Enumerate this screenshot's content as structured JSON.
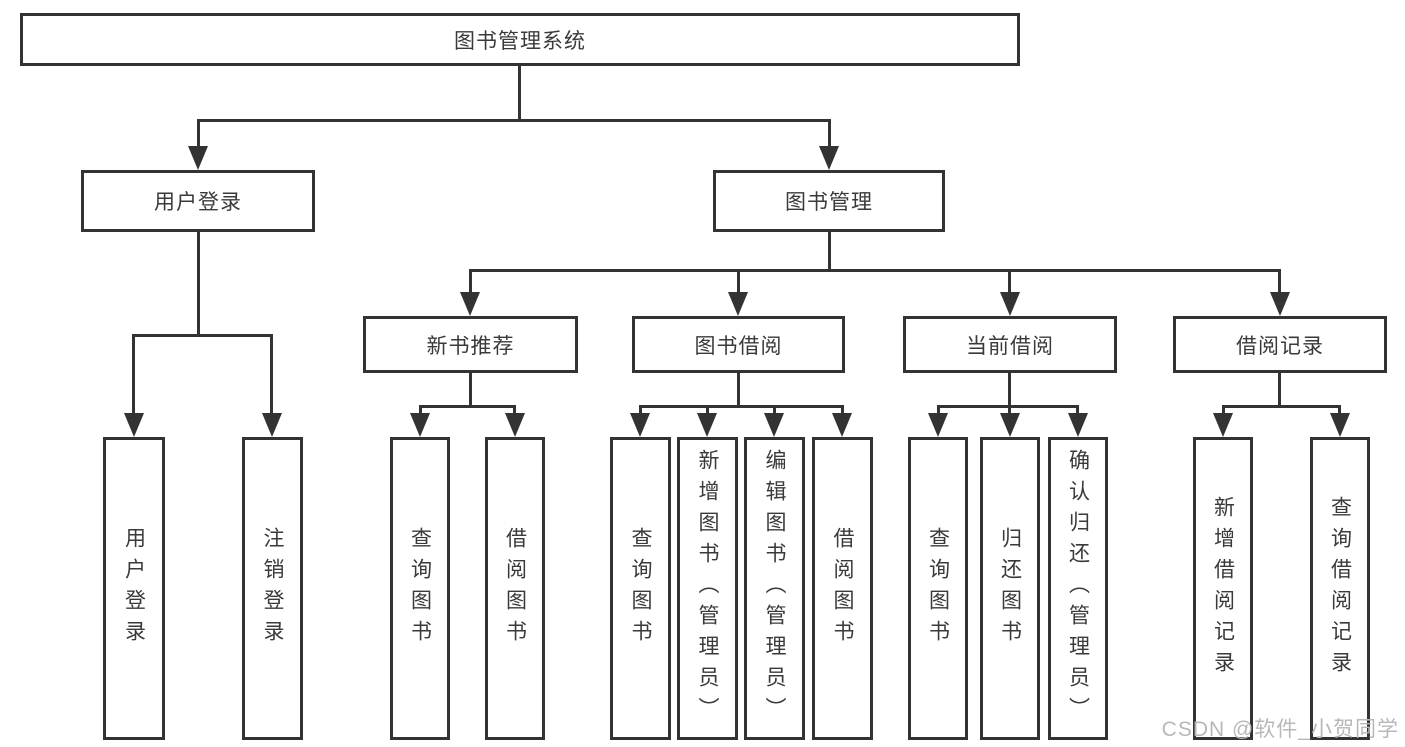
{
  "tree": {
    "root": {
      "label": "图书管理系统"
    },
    "branches": [
      {
        "label": "用户登录",
        "children": [
          "用户登录",
          "注销登录"
        ]
      },
      {
        "label": "图书管理",
        "children": [
          {
            "label": "新书推荐",
            "children": [
              "查询图书",
              "借阅图书"
            ]
          },
          {
            "label": "图书借阅",
            "children": [
              "查询图书",
              "新增图书（管理员）",
              "编辑图书（管理员）",
              "借阅图书"
            ]
          },
          {
            "label": "当前借阅",
            "children": [
              "查询图书",
              "归还图书",
              "确认归还（管理员）"
            ]
          },
          {
            "label": "借阅记录",
            "children": [
              "新增借阅记录",
              "查询借阅记录"
            ]
          }
        ]
      }
    ]
  },
  "watermark": {
    "text": "CSDN @软件_小贺同学",
    "color": "#b8b8b8"
  },
  "colors": {
    "line": "#333333",
    "text": "#3a3a3a",
    "background": "#ffffff"
  }
}
